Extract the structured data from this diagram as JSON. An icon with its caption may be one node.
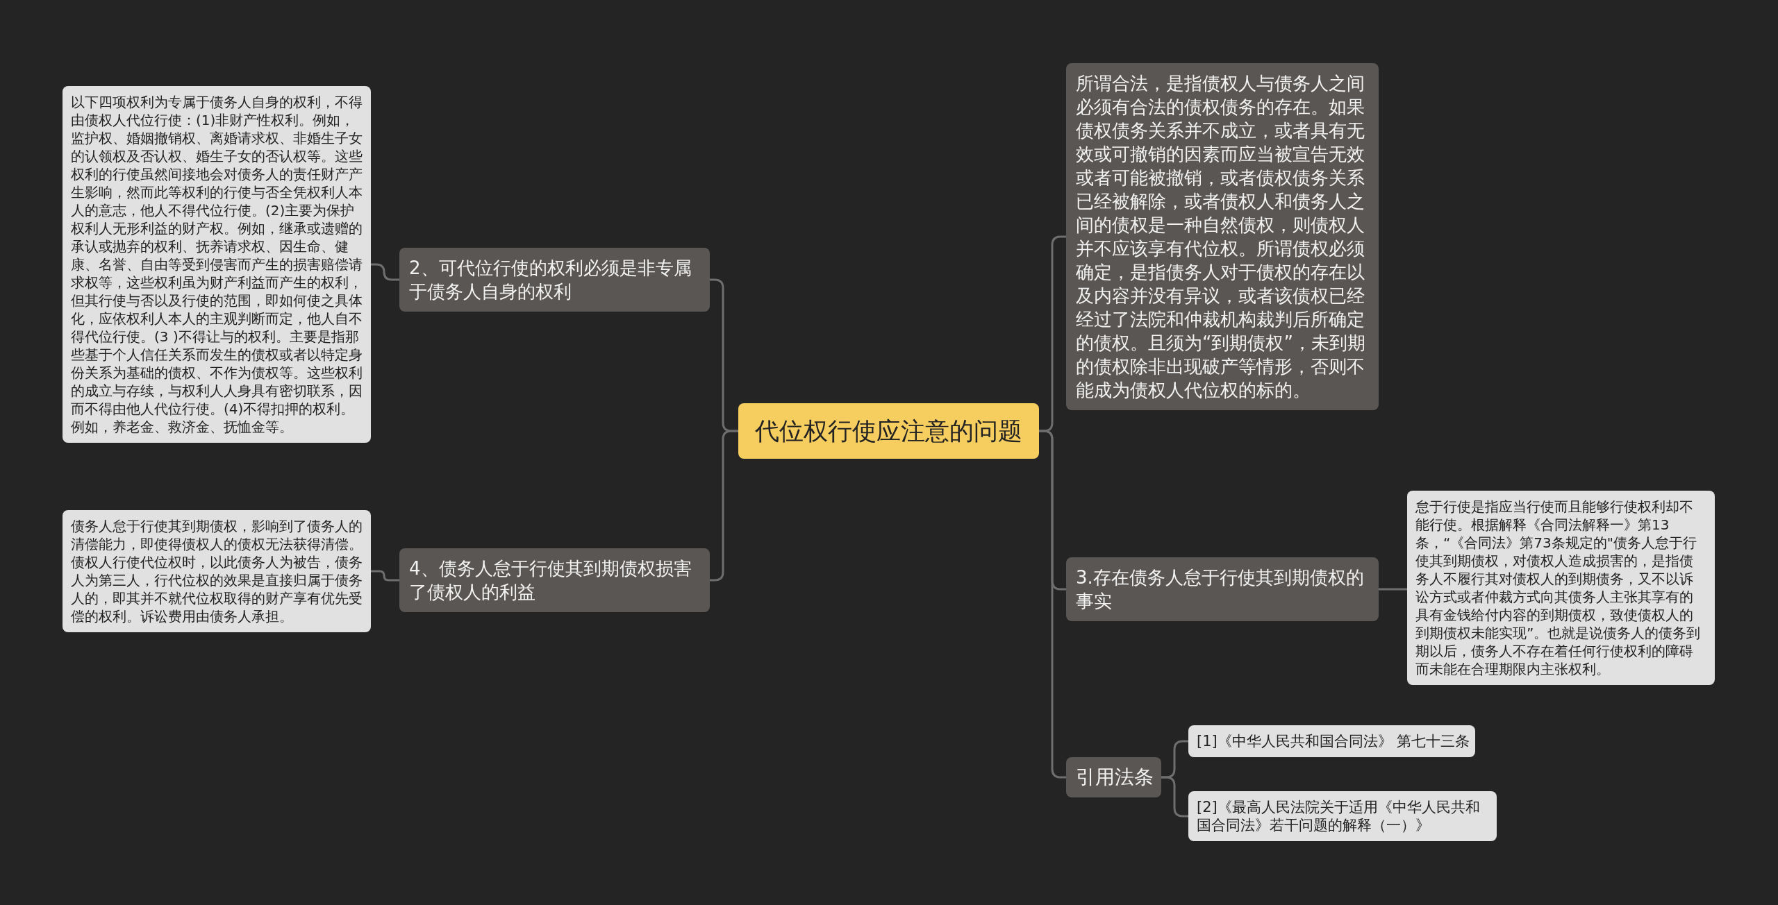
{
  "diagram": {
    "nodes": [
      {
        "text": [
          "代位权行使应注意的问题"
        ]
      },
      {
        "text": [
          "2、可代位行使的权利必须是非专属于债务人自身的权利"
        ]
      },
      {
        "text": [
          "以下四项权利为专属于债务人自身的权利，不得由债权人代位行使：(1)非财产性权利。例如，监护权、婚姻撤销权、离婚请求权、非婚生子女的认领权及否认权、婚生子女的否认权等。这些权利的行使虽然间接地会对债务人的责任财产产生影响，然而此等权利的行使与否全凭权利人本人的意志，他人不得代位行使。(2)主要为保护权利人无形利益的财产权。例如，继承或遗赠的承认或抛弃的权利、抚养请求权、因生命、健康、名誉、自由等受到侵害而产生的损害赔偿请求权等，这些权利虽为财产利益而产生的权利，但其行使与否以及行使的范围，即如何使之具体化，应依权利人本人的主观判断而定，他人自不得代位行使。(3 )不得让与的权利。主要是指那些基于个人信任关系而发生的债权或者以特定身份关系为基础的债权、不作为债权等。这些权利的成立与存续，与权利人人身具有密切联系，因而不得由他人代位行使。(4)不得扣押的权利。例如，养老金、救济金、抚恤金等。"
        ]
      },
      {
        "text": [
          "4、债务人怠于行使其到期债权损害了债权人的利益"
        ]
      },
      {
        "text": [
          "债务人怠于行使其到期债权，影响到了债务人的清偿能力，即使得债权人的债权无法获得清偿。债权人行使代位权时，以此债务人为被告，债务人为第三人，行代位权的效果是直接归属于债务人的，即其并不就代位权取得的财产享有优先受偿的权利。诉讼费用由债务人承担。"
        ]
      },
      {
        "text": [
          "所谓合法，是指债权人与债务人之间必须有合法的债权债务的存在。如果债权债务关系并不成立，或者具有无效或可撤销的因素而应当被宣告无效或者可能被撤销，或者债权债务关系已经被解除，或者债权人和债务人之间的债权是一种自然债权，则债权人并不应该享有代位权。所谓债权必须确定，是指债务人对于债权的存在以及内容并没有异议，或者该债权已经经过了法院和仲裁机构裁判后所确定的债权。且须为“到期债权”，未到期的债权除非出现破产等情形，否则不能成为债权人代位权的标的。"
        ]
      },
      {
        "text": [
          "3.存在债务人怠于行使其到期债权的事实"
        ]
      },
      {
        "text": [
          "怠于行使是指应当行使而且能够行使权利却不能行使。根据解释《合同法解释一》第13条，“《合同法》第73条规定的\"债务人怠于行使其到期债权，对债权人造成损害的，是指债务人不履行其对债权人的到期债务，又不以诉讼方式或者仲裁方式向其债务人主张其享有的具有金钱给付内容的到期债权，致使债权人的到期债权未能实现”。也就是说债务人的债务到期以后，债务人不存在着任何行使权利的障碍而未能在合理期限内主张权利。"
        ]
      },
      {
        "text": [
          "引用法条"
        ]
      },
      {
        "text": [
          "[1]《中华人民共和国合同法》 第七十三条"
        ]
      },
      {
        "text": [
          "[2]《最高人民法院关于适用《中华人民共和国合同法》若干问题的解释（一）》"
        ]
      }
    ],
    "edges": [
      {
        "from": 0,
        "to": 1,
        "arrow": "none"
      },
      {
        "from": 0,
        "to": 3,
        "arrow": "none"
      },
      {
        "from": 0,
        "to": 5,
        "arrow": "none"
      },
      {
        "from": 0,
        "to": 6,
        "arrow": "none"
      },
      {
        "from": 0,
        "to": 8,
        "arrow": "none"
      },
      {
        "from": 1,
        "to": 2,
        "arrow": "none"
      },
      {
        "from": 3,
        "to": 4,
        "arrow": "none"
      },
      {
        "from": 6,
        "to": 7,
        "arrow": "none"
      },
      {
        "from": 8,
        "to": 9,
        "arrow": "none"
      },
      {
        "from": 8,
        "to": 10,
        "arrow": "none"
      }
    ]
  }
}
